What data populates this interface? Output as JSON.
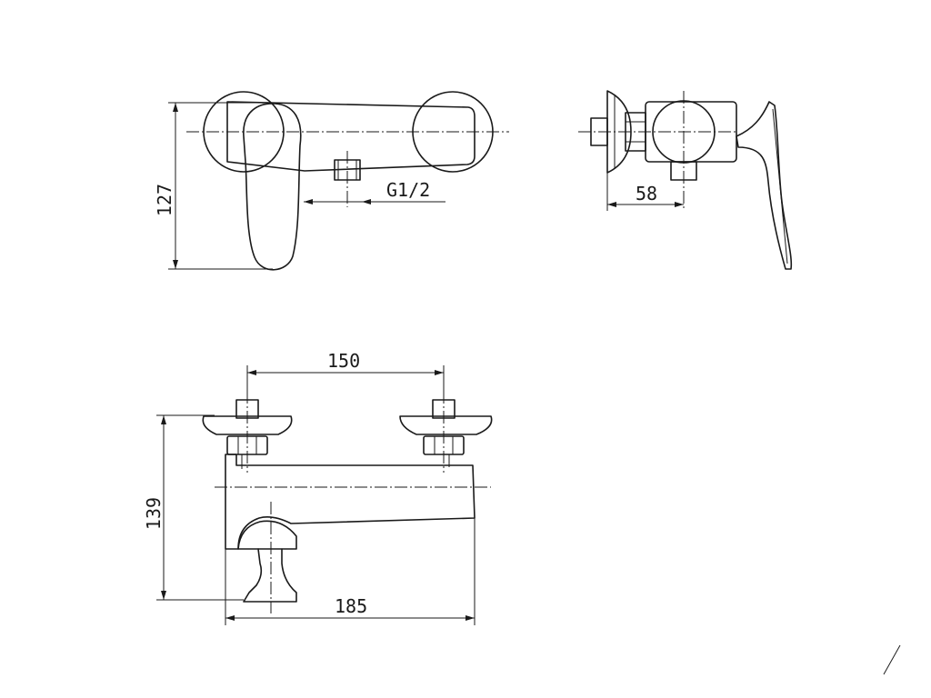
{
  "dimensions": {
    "height_front": "127",
    "thread": "G1/2",
    "depth_side": "58",
    "centers": "150",
    "height_top": "139",
    "width": "185"
  },
  "views": [
    "front-view",
    "side-view",
    "top-view"
  ],
  "colors": {
    "line": "#1a1a1a",
    "background": "#ffffff"
  }
}
